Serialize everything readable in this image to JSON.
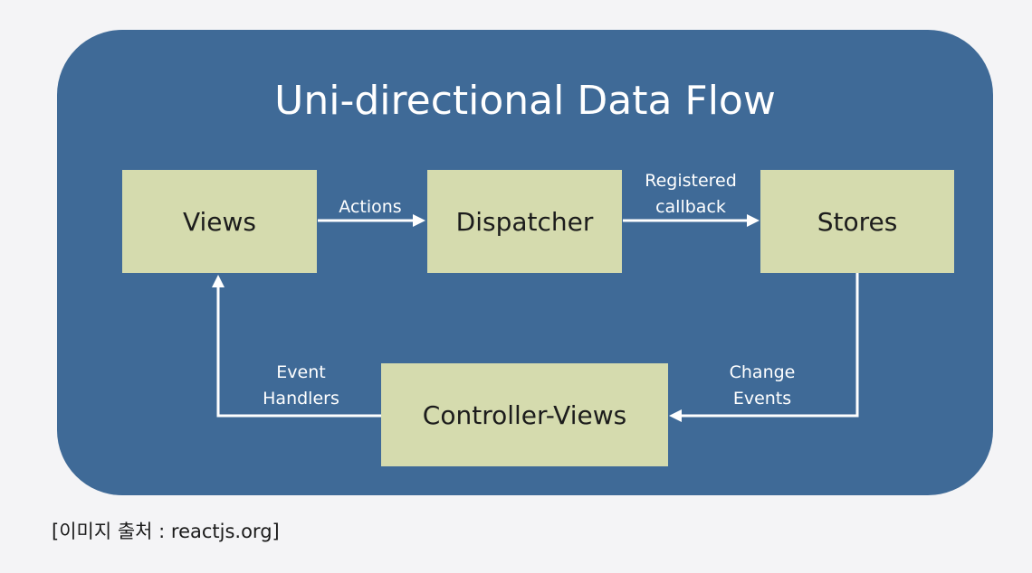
{
  "diagram": {
    "title": "Uni-directional Data Flow",
    "nodes": {
      "views": "Views",
      "dispatcher": "Dispatcher",
      "stores": "Stores",
      "controller_views": "Controller-Views"
    },
    "edges": {
      "actions": "Actions",
      "registered_callback_line1": "Registered",
      "registered_callback_line2": "callback",
      "change_events_line1": "Change",
      "change_events_line2": "Events",
      "event_handlers_line1": "Event",
      "event_handlers_line2": "Handlers"
    },
    "colors": {
      "background": "#f4f4f6",
      "panel": "#3f6a97",
      "box": "#d5dbae",
      "arrow": "#ffffff"
    }
  },
  "caption": "[이미지 출처 : reactjs.org]"
}
